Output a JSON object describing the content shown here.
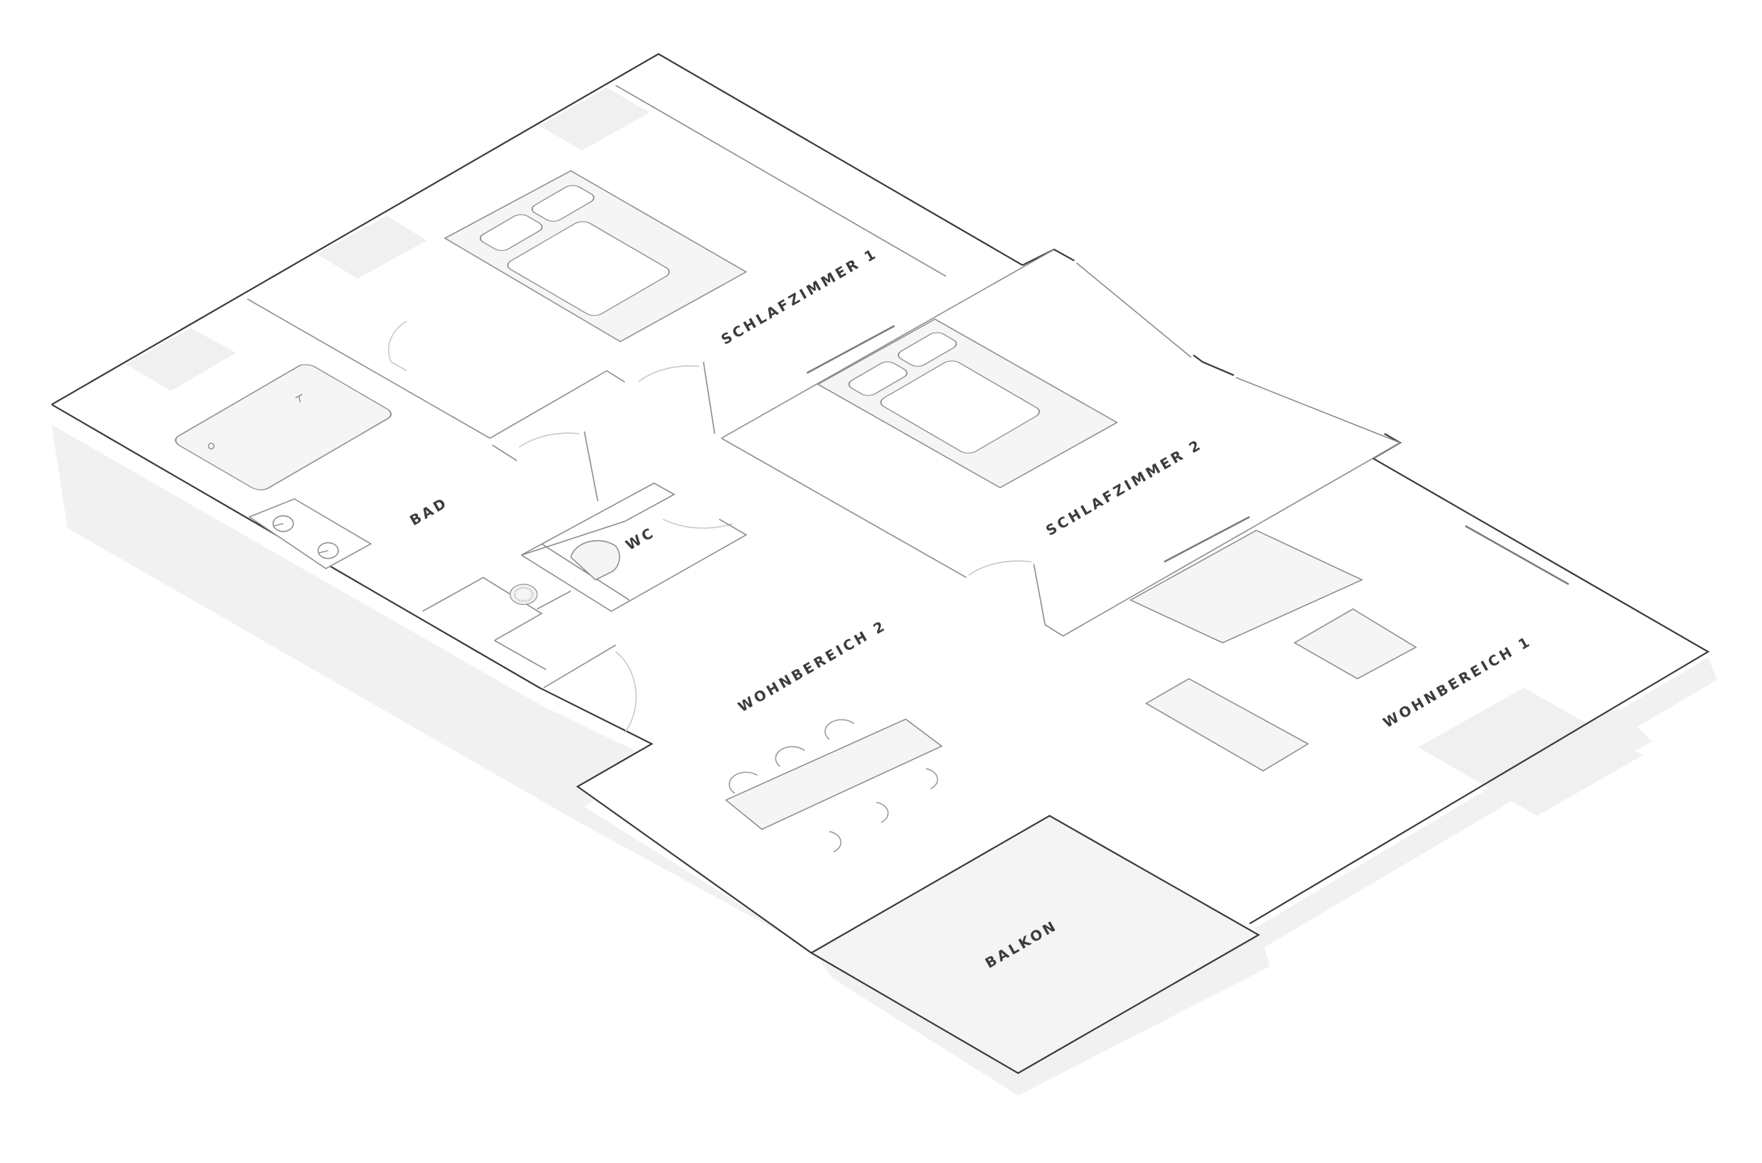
{
  "plan": {
    "type": "isometric-floor-plan",
    "rooms": {
      "schlafzimmer_1": "SCHLAFZIMMER 1",
      "schlafzimmer_2": "SCHLAFZIMMER 2",
      "bad": "BAD",
      "wc": "WC",
      "wohnbereich_1": "WOHNBEREICH 1",
      "wohnbereich_2": "WOHNBEREICH 2",
      "balkon": "BALKON"
    },
    "furniture": [
      "double-bed-schlafzimmer-1",
      "double-bed-schlafzimmer-2",
      "bathtub",
      "double-sink",
      "shower-drain",
      "toilet",
      "dining-table-6-chairs",
      "sofa",
      "coffee-table",
      "sideboard"
    ],
    "colors": {
      "wall": "#3a3a3a",
      "inner_line": "#8a8a8a",
      "furniture_fill": "#f5f5f5",
      "shadow": "#f1f1f1",
      "label": "#3c3c3c",
      "background": "#ffffff"
    }
  }
}
